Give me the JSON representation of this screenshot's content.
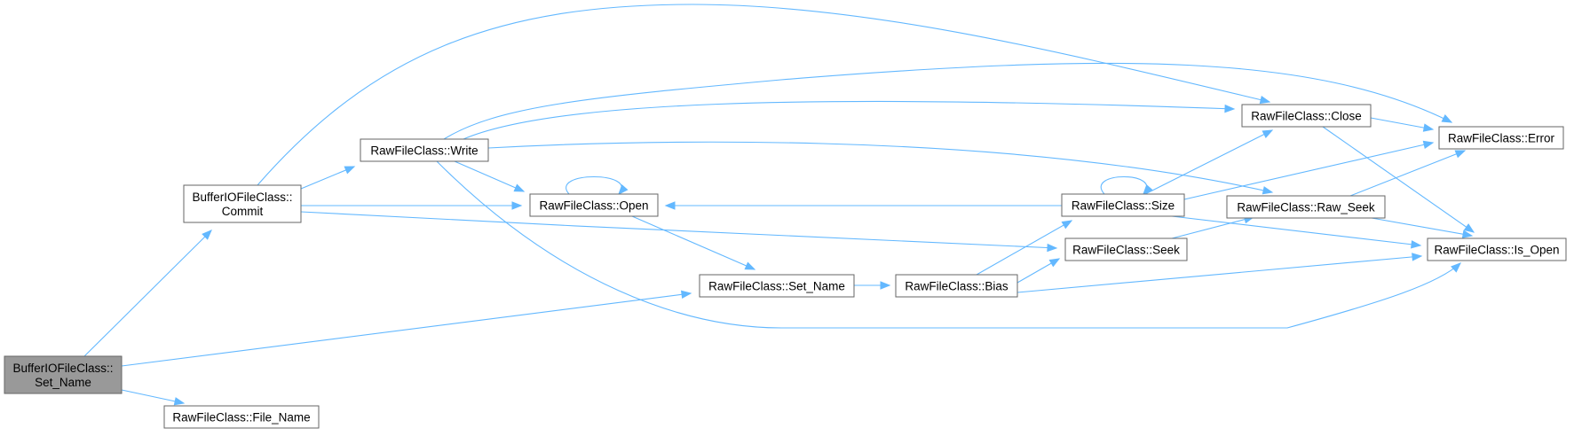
{
  "nodes": {
    "buffer_set_name": {
      "lines": [
        "BufferIOFileClass::",
        "Set_Name"
      ],
      "root": true
    },
    "buffer_commit": {
      "lines": [
        "BufferIOFileClass::",
        "Commit"
      ]
    },
    "raw_file_name": {
      "lines": [
        "RawFileClass::File_Name"
      ]
    },
    "raw_write": {
      "lines": [
        "RawFileClass::Write"
      ]
    },
    "raw_open": {
      "lines": [
        "RawFileClass::Open"
      ]
    },
    "raw_set_name": {
      "lines": [
        "RawFileClass::Set_Name"
      ]
    },
    "raw_bias": {
      "lines": [
        "RawFileClass::Bias"
      ]
    },
    "raw_size": {
      "lines": [
        "RawFileClass::Size"
      ]
    },
    "raw_seek": {
      "lines": [
        "RawFileClass::Seek"
      ]
    },
    "raw_close": {
      "lines": [
        "RawFileClass::Close"
      ]
    },
    "raw_raw_seek": {
      "lines": [
        "RawFileClass::Raw_Seek"
      ]
    },
    "raw_error": {
      "lines": [
        "RawFileClass::Error"
      ]
    },
    "raw_is_open": {
      "lines": [
        "RawFileClass::Is_Open"
      ]
    }
  },
  "edges": [
    [
      "buffer_set_name",
      "buffer_commit"
    ],
    [
      "buffer_set_name",
      "raw_set_name"
    ],
    [
      "buffer_set_name",
      "raw_file_name"
    ],
    [
      "buffer_commit",
      "raw_write"
    ],
    [
      "buffer_commit",
      "raw_open"
    ],
    [
      "buffer_commit",
      "raw_seek"
    ],
    [
      "buffer_commit",
      "raw_close"
    ],
    [
      "raw_write",
      "raw_open"
    ],
    [
      "raw_write",
      "raw_close"
    ],
    [
      "raw_write",
      "raw_error"
    ],
    [
      "raw_write",
      "raw_raw_seek"
    ],
    [
      "raw_write",
      "raw_is_open"
    ],
    [
      "raw_open",
      "raw_open"
    ],
    [
      "raw_open",
      "raw_set_name"
    ],
    [
      "raw_set_name",
      "raw_bias"
    ],
    [
      "raw_bias",
      "raw_size"
    ],
    [
      "raw_bias",
      "raw_seek"
    ],
    [
      "raw_bias",
      "raw_is_open"
    ],
    [
      "raw_size",
      "raw_size"
    ],
    [
      "raw_size",
      "raw_open"
    ],
    [
      "raw_size",
      "raw_close"
    ],
    [
      "raw_size",
      "raw_error"
    ],
    [
      "raw_size",
      "raw_is_open"
    ],
    [
      "raw_seek",
      "raw_raw_seek"
    ],
    [
      "raw_close",
      "raw_error"
    ],
    [
      "raw_close",
      "raw_is_open"
    ],
    [
      "raw_raw_seek",
      "raw_error"
    ],
    [
      "raw_raw_seek",
      "raw_is_open"
    ]
  ],
  "colors": {
    "edge": "#63b8ff",
    "node_border": "#666666",
    "node_fill": "#ffffff",
    "root_fill": "#999999",
    "text": "#000000"
  }
}
